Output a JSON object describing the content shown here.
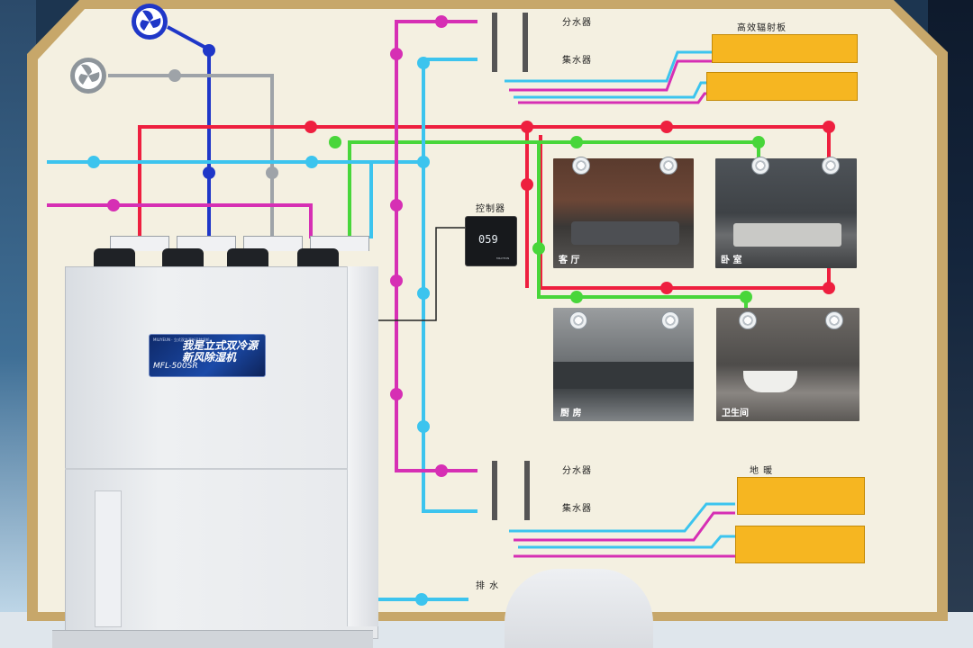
{
  "labels": {
    "distributor_top": "分水器",
    "collector_top": "集水器",
    "radiant_panel": "高效辐射板",
    "controller": "控制器",
    "distributor_bottom": "分水器",
    "collector_bottom": "集水器",
    "floor_heating": "地 暖",
    "drain": "排 水"
  },
  "rooms": {
    "living": "客 厅",
    "bedroom": "卧 室",
    "kitchen": "厨 房",
    "bathroom": "卫生间"
  },
  "unit": {
    "badge_slogan": "我是立式双冷源新风除湿机",
    "badge_small": "MILIYEUN · 立式双冷源新风除湿机",
    "model": "MFL-500SR"
  },
  "controller_screen": {
    "value": "059",
    "brand": "MILIYEUN"
  },
  "colors": {
    "red_pipe": "#ee1f3f",
    "green_pipe": "#48d63a",
    "cyan_pipe": "#3cc4ee",
    "magenta_pipe": "#d62fb4",
    "blue_pipe": "#1f37c8",
    "gray_pipe": "#9ea3a8",
    "board": "#f4f0e1",
    "frame": "#c7a76a",
    "radiator": "#f6b621"
  }
}
